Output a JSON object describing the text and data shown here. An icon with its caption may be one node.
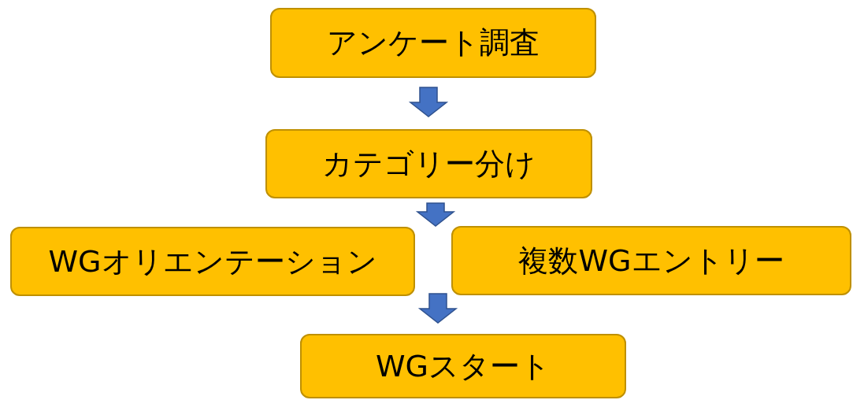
{
  "diagram": {
    "nodes": [
      {
        "text": [
          "アンケート調査"
        ]
      },
      {
        "text": [
          "カテゴリー分け"
        ]
      },
      {
        "text": [
          "WGオリエンテーション"
        ]
      },
      {
        "text": [
          "複数WGエントリー"
        ]
      },
      {
        "text": [
          "WGスタート"
        ]
      }
    ],
    "edges": [
      {
        "from": 0,
        "to": 1,
        "arrow": "to"
      },
      {
        "from": 1,
        "to": 2,
        "arrow": "to"
      },
      {
        "from": 1,
        "to": 3,
        "arrow": "to"
      },
      {
        "from": 2,
        "to": 4,
        "arrow": "to"
      },
      {
        "from": 3,
        "to": 4,
        "arrow": "to"
      }
    ]
  }
}
